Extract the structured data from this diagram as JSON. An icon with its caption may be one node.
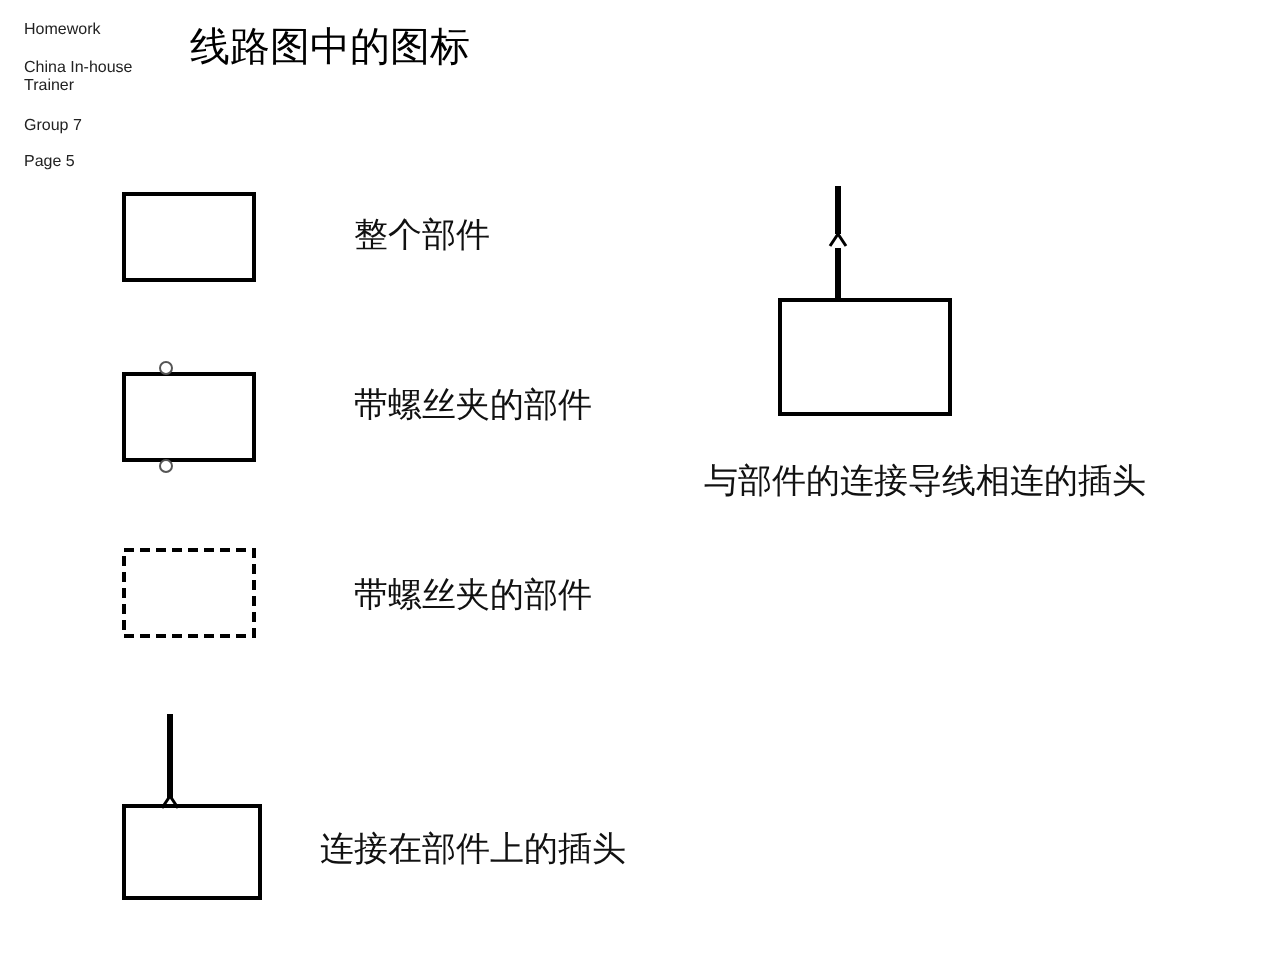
{
  "diagram": {
    "title": "线路图中的图标",
    "labels": [
      "Homework",
      "China In-house Trainer",
      "Group 7",
      "Page 5"
    ],
    "legend": [
      {
        "text": "整个部件"
      },
      {
        "text": "带螺丝夹的部件"
      },
      {
        "text": "带螺丝夹的部件"
      },
      {
        "text": "连接在部件上的插头"
      },
      {
        "text": "与部件的连接导线相连的插头"
      }
    ]
  }
}
